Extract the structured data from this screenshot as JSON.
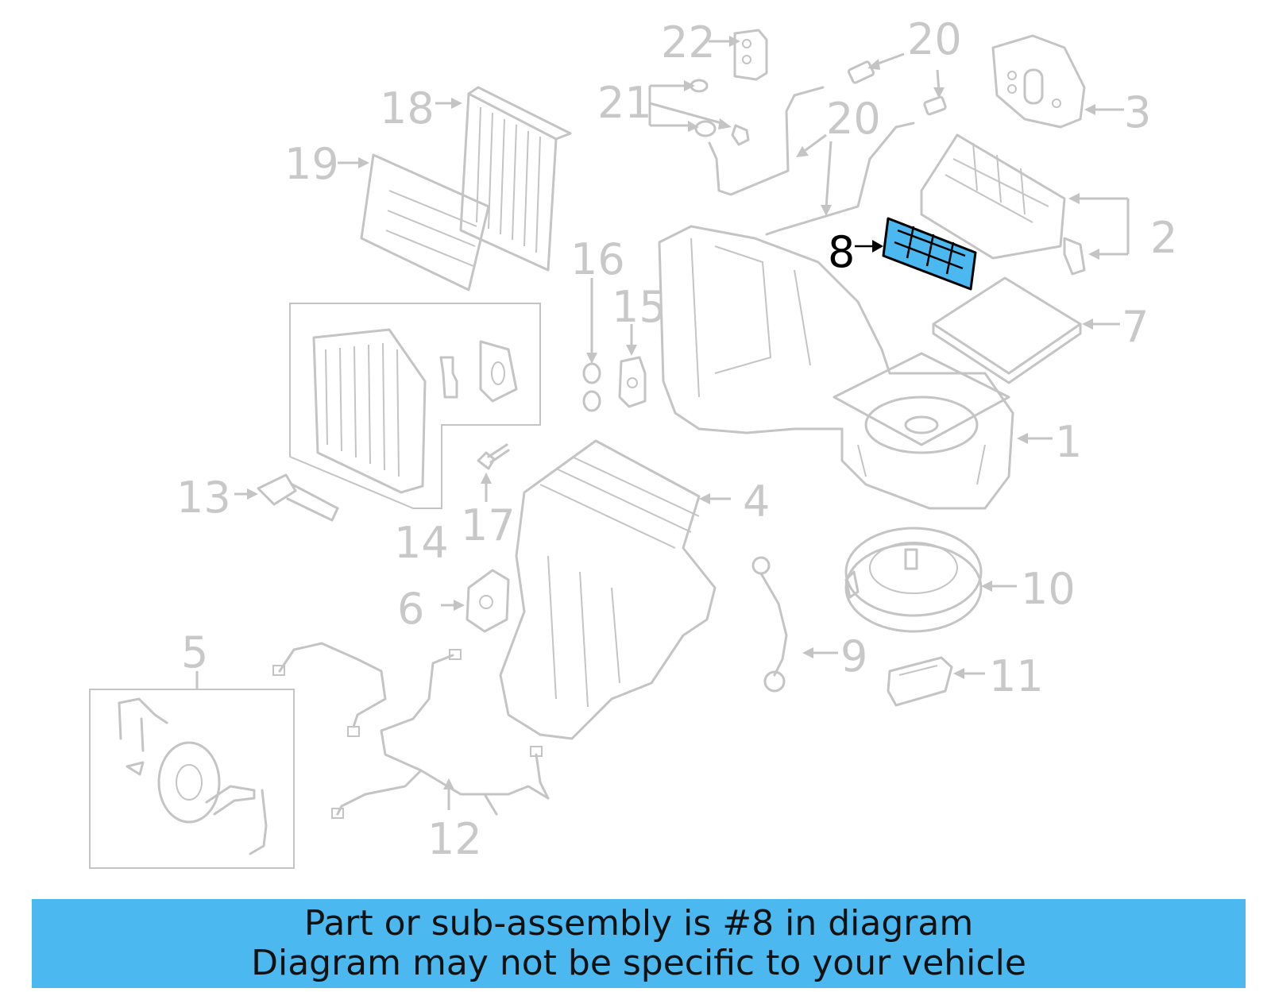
{
  "callouts": {
    "c1": "1",
    "c2": "2",
    "c3": "3",
    "c4": "4",
    "c5": "5",
    "c6": "6",
    "c7": "7",
    "c8": "8",
    "c9": "9",
    "c10": "10",
    "c11": "11",
    "c12": "12",
    "c13": "13",
    "c14": "14",
    "c15": "15",
    "c16": "16",
    "c17": "17",
    "c18": "18",
    "c19": "19",
    "c20a": "20",
    "c20b": "20",
    "c21": "21",
    "c22": "22"
  },
  "highlighted_part": "8",
  "banner": {
    "line1": "Part or sub-assembly is #8 in diagram",
    "line2": "Diagram may not be specific to your vehicle"
  },
  "colors": {
    "highlight": "#4bb8ef",
    "diagram_line": "#c4c4c4",
    "banner_background": "#4bb8ef"
  }
}
